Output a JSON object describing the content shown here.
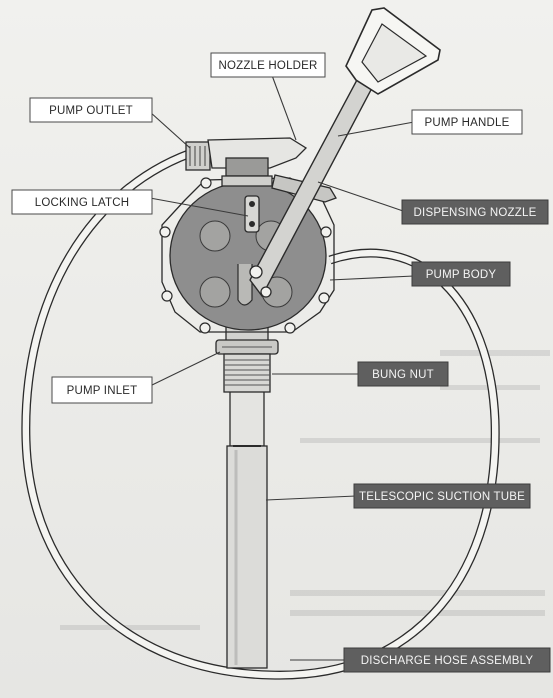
{
  "labels": {
    "nozzle_holder": "NOZZLE HOLDER",
    "pump_outlet": "PUMP OUTLET",
    "pump_handle": "PUMP HANDLE",
    "locking_latch": "LOCKING LATCH",
    "dispensing_nozzle": "DISPENSING NOZZLE",
    "pump_body": "PUMP BODY",
    "bung_nut": "BUNG NUT",
    "pump_inlet": "PUMP INLET",
    "telescopic_suction_tube": "TELESCOPIC SUCTION TUBE",
    "discharge_hose_assembly": "DISCHARGE HOSE ASSEMBLY"
  },
  "colors": {
    "pump_body": "#8e8e8e",
    "dark_label_box": "#5f5f5f",
    "light_label_box": "#ffffff"
  }
}
